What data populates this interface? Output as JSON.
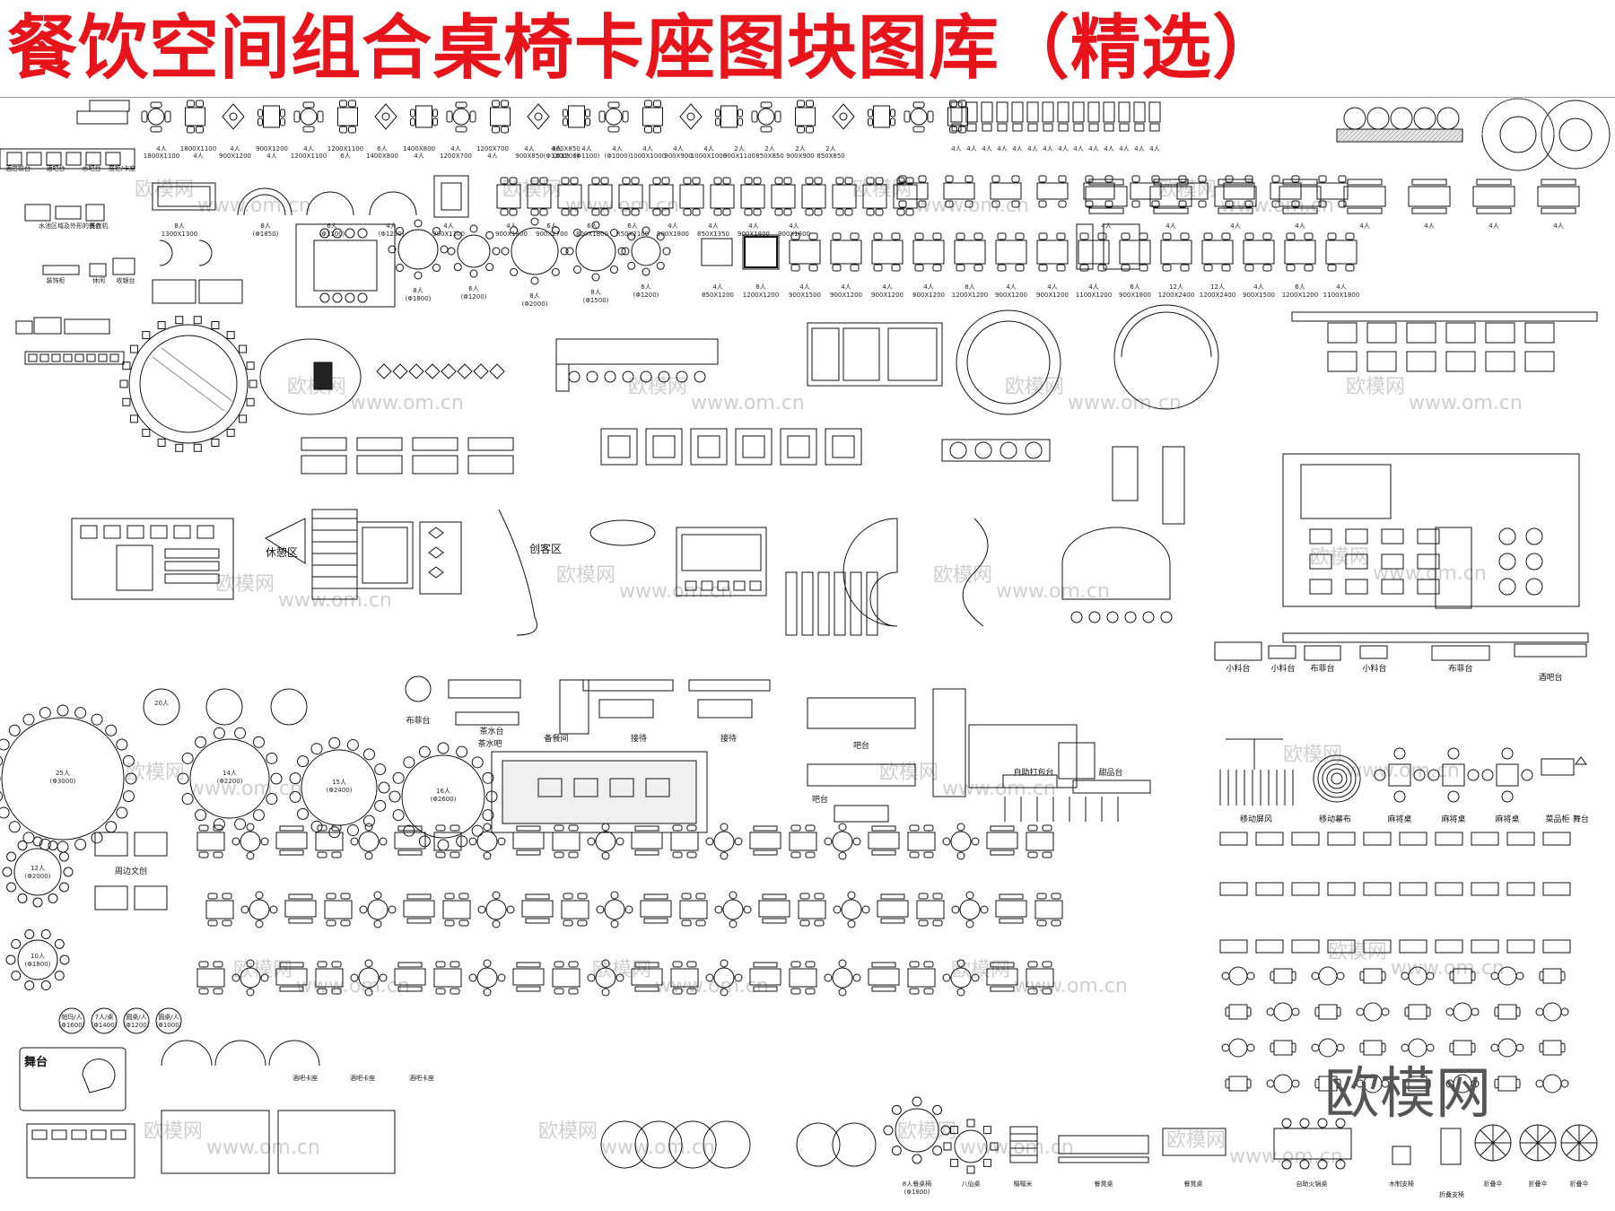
{
  "title": "餐饮空间组合桌椅卡座图块图库（精选）",
  "watermark": "欧模网",
  "watermark_url": "www.om.cn",
  "brand_logo": "欧模网",
  "colors": {
    "title": "#e8141c",
    "line": "#111111",
    "hatch": "#555555"
  },
  "top_row_labels": [
    "4人",
    "1800X1100",
    "4人",
    "900X1200",
    "4人",
    "1200X1100",
    "6人",
    "1400X800",
    "4人",
    "1200X700",
    "4人",
    "900X850",
    "4人\n(Φ1200)",
    "4人\n(Φ1100)",
    "4人\n(Φ1000)",
    "4人\n1000X1000",
    "4人\n900X900",
    "4人\n1000X1000",
    "2人\n900X1100",
    "2人\n850X850",
    "2人\n900X900",
    "2人\n850X850"
  ],
  "row2_labels": [
    "8人\n1300X1300",
    "8人\n(Φ1850)",
    "6人\n(Φ1100)",
    "4人\n(Φ1250)",
    "4人\n900X1300",
    "4人\n900X1800",
    "6人\n900X2700",
    "6人\n800X1800",
    "6人\nR50X2100",
    "4人\n900X1800",
    "4人\n850X1350",
    "4人\n900X1800",
    "4人\n900X1800"
  ],
  "row3_labels": [
    "8人\n(Φ1800)",
    "6人\n(Φ1200)",
    "8人\n(Φ2000)",
    "8人\n(Φ1500)",
    "6人\n(Φ1200)",
    "4人\n850X1200",
    "8人\n1200X1200",
    "4人\n900X1500",
    "4人\n900X1200",
    "4人\n900X1200",
    "4人\n800X1200",
    "8人\n1200X1200",
    "4人\n900X1200",
    "4人\n900X1200",
    "4人\n1100X1200",
    "6人\n900X1800",
    "12人\n1200X2400",
    "12人\n1200X2400",
    "4人\n900X1500",
    "6人\n1200X1200",
    "4人\n1100X1800"
  ],
  "left_column_labels": [
    "酒店前台",
    "酒吧台",
    "水吧台",
    "展柜/卡座",
    "水池区域及外形的餐台",
    "洗衣机",
    "装饰柜",
    "休闲",
    "收银台"
  ],
  "section_labels": {
    "rest_area": "休憩区",
    "creative_area": "创客区",
    "cloth_table": "布菲台",
    "tea_counter": "茶水台",
    "tea_bar": "茶水吧",
    "prep_room": "备餐间",
    "reception_1": "接待",
    "reception_2": "接待",
    "bar_1": "吧台",
    "bar_2": "吧台",
    "self_service": "自助打包台",
    "dessert": "甜品台",
    "round_large_1": "25人\n(Φ3000)",
    "round_large_2": "14人\n(Φ2200)",
    "round_large_3": "15人\n(Φ2400)",
    "round_large_4": "16人\n(Φ2600)",
    "round_med_1": "12人\n(Φ2000)",
    "round_med_2": "10人\n(Φ1800)",
    "round_top": "20人",
    "peripheral": "周边文创",
    "stage": "舞台",
    "small_cart_1": "小料台",
    "small_cart_2": "小料台",
    "small_cart_3": "小料台",
    "buffet_1": "布菲台",
    "buffet_2": "布菲台",
    "wine_table": "酒吧台",
    "mobile_screen": "移动屏风",
    "mobile_curtain": "移动幕布",
    "mahjong_1": "麻将桌",
    "mahjong_2": "麻将桌",
    "mahjong_3": "麻将桌",
    "dish_cabinet": "菜品柜",
    "stage_small": "舞台",
    "bar_seat_1": "酒吧卡座",
    "bar_seat_2": "酒吧卡座",
    "bar_seat_3": "酒吧卡座",
    "eight_round": "8人餐桌椅\n(Φ1800)",
    "ba_xian": "八仙桌",
    "mu_lei": "榻榻米",
    "fold_long_1": "餐凳桌",
    "fold_long_2": "餐凳桌",
    "hotpot": "自助火锅桌",
    "wood_seat": "木制支椅",
    "fold_chair": "折叠支椅",
    "fold_umbrella_1": "折叠伞",
    "fold_umbrella_2": "折叠伞",
    "fold_umbrella_3": "折叠伞"
  },
  "small_round_labels": [
    "帕玛/人\n(Φ1600)",
    "7人/桌\n(Φ1400)",
    "圆桌/人\n(Φ1200)",
    "圆桌/人\n(Φ1000)"
  ]
}
